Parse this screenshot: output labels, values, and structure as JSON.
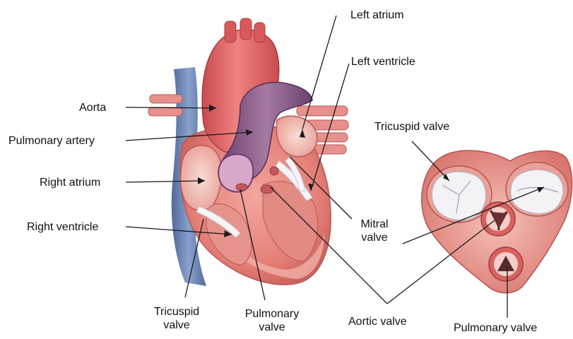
{
  "labels": {
    "left_atrium": "Left atrium",
    "left_ventricle": "Left ventricle",
    "aorta": "Aorta",
    "pulmonary_artery": "Pulmonary artery",
    "right_atrium": "Right atrium",
    "right_ventricle": "Right ventricle",
    "tricuspid_valve_right": "Tricuspid valve",
    "mitral_valve_line1": "Mitral",
    "mitral_valve_line2": "valve",
    "tricuspid_valve_bottom_line1": "Tricuspid",
    "tricuspid_valve_bottom_line2": "valve",
    "pulmonary_valve_bottom_line1": "Pulmonary",
    "pulmonary_valve_bottom_line2": "valve",
    "aortic_valve": "Aortic valve",
    "pulmonary_valve_right": "Pulmonary valve"
  },
  "colors": {
    "muscle": "#e8877f",
    "muscle_dark": "#c85a55",
    "aorta": "#e4605e",
    "pulmonary": "#8c5a86",
    "vein": "#6b86b8",
    "chamber": "#f4c9c0",
    "valve_white": "#f1f1f3",
    "leader": "#222222"
  }
}
